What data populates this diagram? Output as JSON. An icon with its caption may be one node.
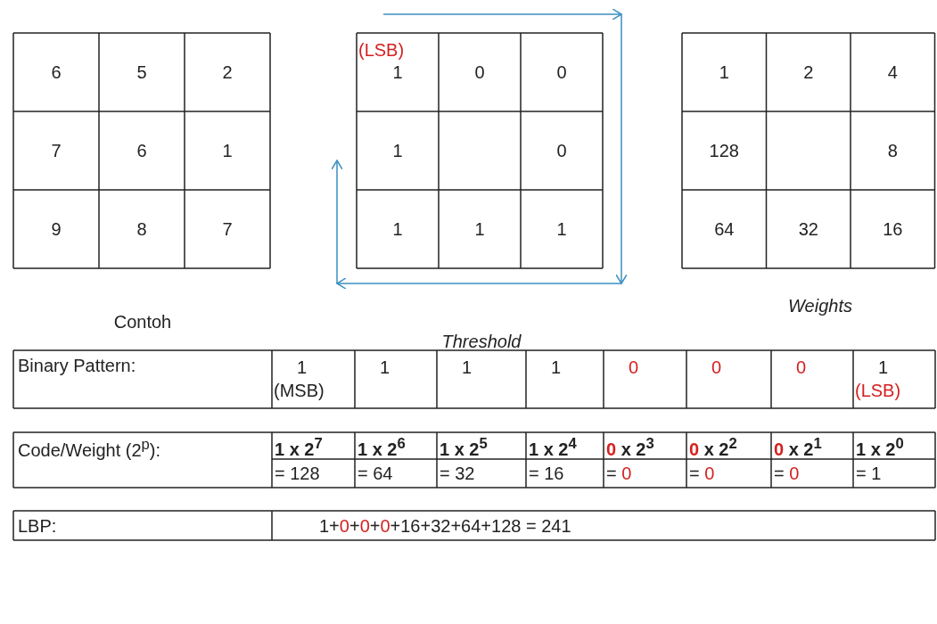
{
  "diagram": {
    "labels": [
      "6",
      "5",
      "2",
      "7",
      "6",
      "1",
      "9",
      "8",
      "7",
      "Contoh",
      "(LSB)",
      "1",
      "0",
      "0",
      "1",
      "0",
      "1",
      "1",
      "1",
      "Threshold",
      "1",
      "2",
      "4",
      "128",
      "8",
      "64",
      "32",
      "16",
      "Weights",
      "Binary Pattern:",
      "1",
      "(MSB)",
      "1",
      "1",
      "1",
      "0",
      "0",
      "0",
      "1",
      "(LSB)",
      "Code/Weight (2$^{p}$):",
      "1 x 2$^{7}$",
      "1 x 2$^{6}$",
      "1 x 2$^{5}$",
      "1 x 2$^{4}$",
      "0 x 2$^{3}$",
      "0 x 2$^{2}$",
      "0 x 2$^{1}$",
      "1 x 2$^{0}$",
      "= 128",
      "= 64",
      "= 32",
      "= 16",
      "= 0",
      "= 0",
      "= 0",
      "= 1",
      "LBP:",
      "1+0+0+0+16+32+64+128 = 241"
    ]
  }
}
